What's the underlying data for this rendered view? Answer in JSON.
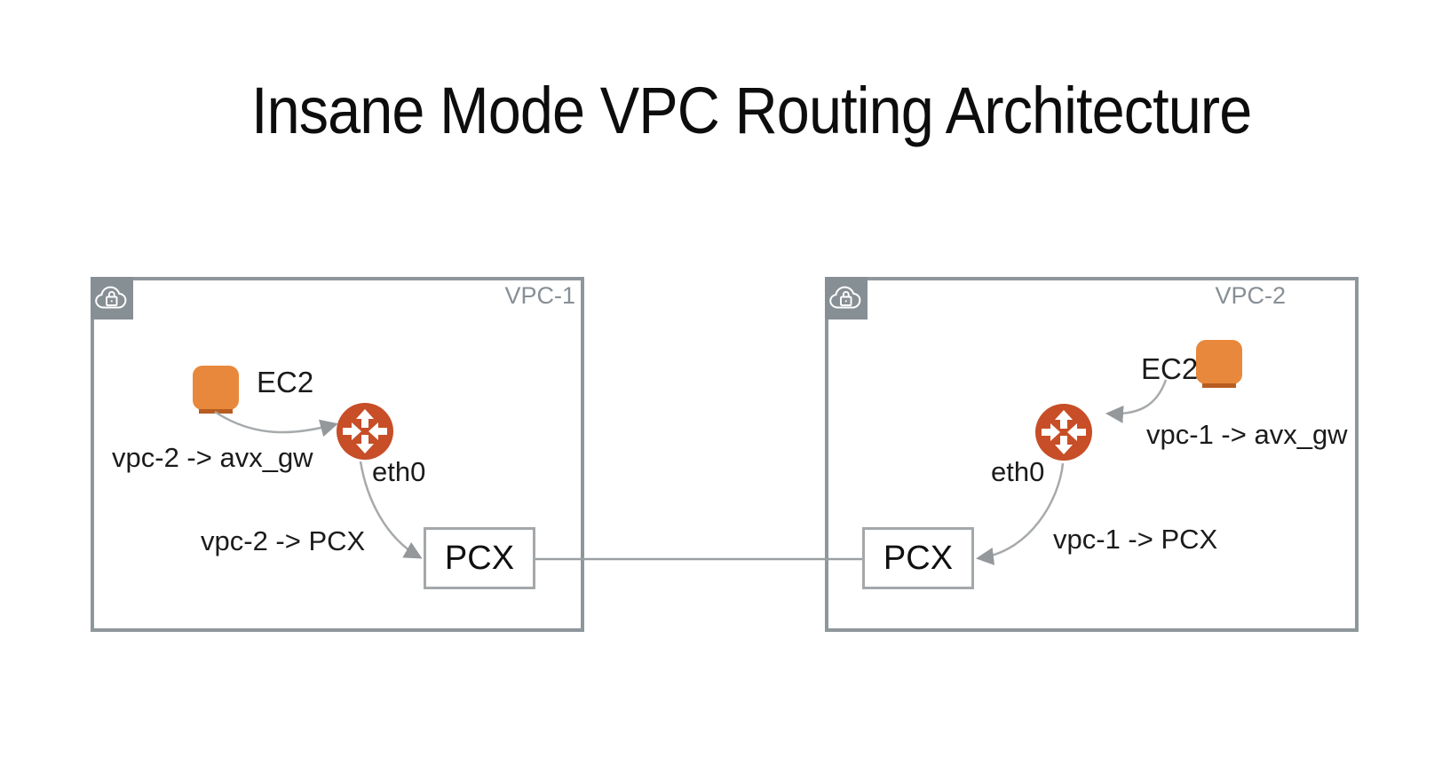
{
  "title": "Insane Mode VPC Routing Architecture",
  "colors": {
    "box_border": "#8E979B",
    "badge_background": "#868F94",
    "vpc_label_gray": "#878F95",
    "ec2_orange": "#E8883C",
    "ec2_base_orange": "#B75D20",
    "router_red_orange": "#C74E27",
    "arrow_gray": "#A6AAAC",
    "pcx_border_gray": "#A4A8AA",
    "text_black": "#1B1B1B"
  },
  "icons": {
    "vpc_badge": "cloud-lock-icon",
    "ec2": "ec2-instance-icon",
    "router": "router-icon"
  },
  "vpcs": [
    {
      "label": "VPC-1",
      "ec2_label": "EC2",
      "interface_label": "eth0",
      "route_to_gateway": "vpc-2 -> avx_gw",
      "route_to_pcx": "vpc-2 -> PCX",
      "pcx_label": "PCX"
    },
    {
      "label": "VPC-2",
      "ec2_label": "EC2",
      "interface_label": "eth0",
      "route_to_gateway": "vpc-1 -> avx_gw",
      "route_to_pcx": "vpc-1 -> PCX",
      "pcx_label": "PCX"
    }
  ]
}
